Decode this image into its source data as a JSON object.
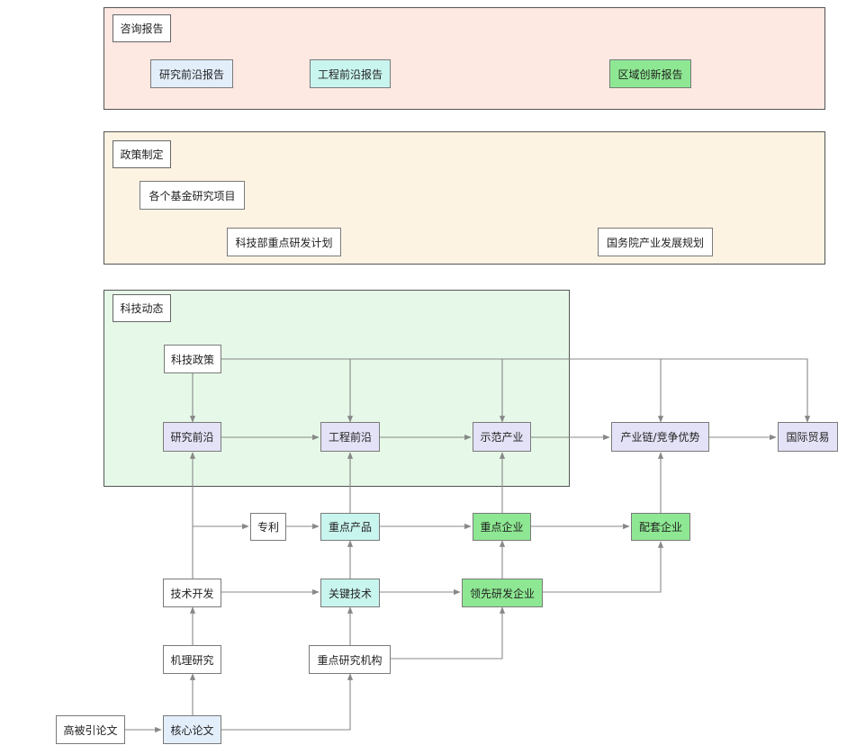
{
  "colors": {
    "consult_bg": "#fde8e2",
    "policy_bg": "#fdf3e3",
    "tech_bg": "#e6f9e8",
    "white": "#ffffff",
    "lightblue": "#e3eefb",
    "cyan": "#c9f5ef",
    "green": "#8ee893",
    "lavender": "#e4e2f7",
    "edge": "#888888"
  },
  "groups": {
    "consult": {
      "title": "咨询报告"
    },
    "policy": {
      "title": "政策制定"
    },
    "tech": {
      "title": "科技动态"
    }
  },
  "nodes": {
    "r_frontier_report": "研究前沿报告",
    "e_frontier_report": "工程前沿报告",
    "region_report": "区域创新报告",
    "fund_projects": "各个基金研究项目",
    "most_plan": "科技部重点研发计划",
    "state_plan": "国务院产业发展规划",
    "tech_policy": "科技政策",
    "research_frontier": "研究前沿",
    "engineering_frontier": "工程前沿",
    "demo_industry": "示范产业",
    "industry_chain": "产业链/竞争优势",
    "intl_trade": "国际贸易",
    "patent": "专利",
    "key_product": "重点产品",
    "key_enterprise": "重点企业",
    "supporting_enterprise": "配套企业",
    "tech_dev": "技术开发",
    "key_tech": "关键技术",
    "leading_rd": "领先研发企业",
    "mechanism": "机理研究",
    "key_institution": "重点研究机构",
    "highly_cited": "高被引论文",
    "core_paper": "核心论文"
  }
}
